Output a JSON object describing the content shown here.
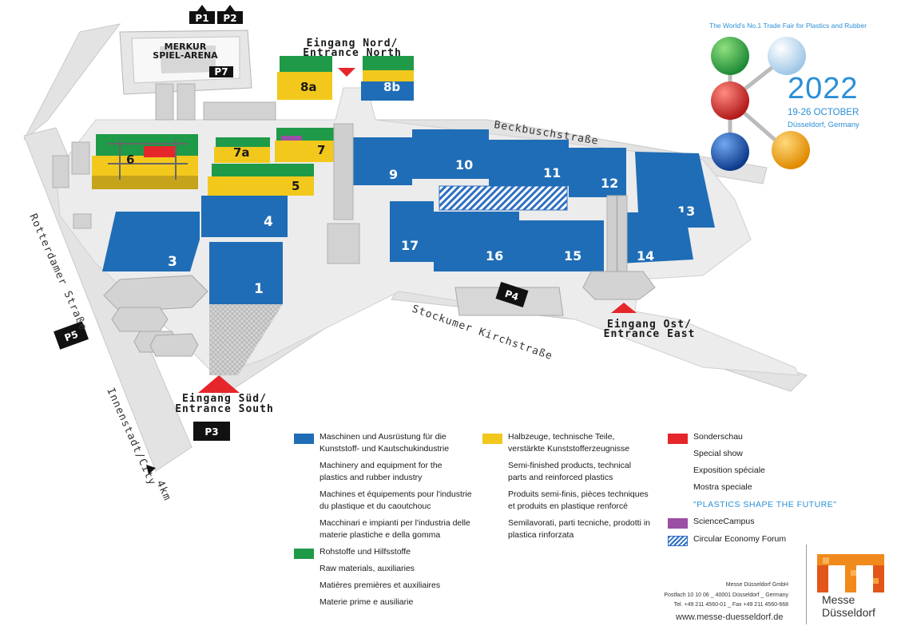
{
  "header": {
    "tagline": "The World's No.1 Trade Fair for Plastics and Rubber",
    "year": "2022",
    "dates": "19-26 OCTOBER",
    "city": "Düsseldorf, Germany"
  },
  "map": {
    "halls": [
      "1",
      "3",
      "4",
      "5",
      "6",
      "7",
      "7a",
      "8a",
      "8b",
      "9",
      "10",
      "11",
      "12",
      "13",
      "14",
      "15",
      "16",
      "17"
    ],
    "arena": [
      "MERKUR",
      "SPIEL-ARENA"
    ],
    "parking": [
      "P1",
      "P2",
      "P3",
      "P4",
      "P5",
      "P7"
    ],
    "streets": {
      "beckbusch": "Beckbuschstraße",
      "stockumer": "Stockumer Kirchstraße",
      "rotterdamer": "Rotterdamer Straße",
      "innenstadt": "Innenstadt/City",
      "distance": "4km"
    },
    "entrances": {
      "north_1": "Eingang Nord/",
      "north_2": "Entrance North",
      "east_1": "Eingang Ost/",
      "east_2": "Entrance East",
      "south_1": "Eingang Süd/",
      "south_2": "Entrance South"
    }
  },
  "colors": {
    "machinery": "#1f6db6",
    "raw_materials": "#1f9a48",
    "semi_finished": "#f2c81c",
    "special_show": "#e5262a",
    "science_campus": "#9b4fa5",
    "circular_forum": "#2e6fc2"
  },
  "legend": {
    "machinery": {
      "de": [
        "Maschinen und Ausrüstung für die",
        "Kunststoff- und Kautschukindustrie"
      ],
      "en": [
        "Machinery and equipment for the",
        "plastics and rubber industry"
      ],
      "fr": [
        "Machines et équipements pour l'industrie",
        "du plastique et du caoutchouc"
      ],
      "it": [
        "Macchinari e impianti per l'industria delle",
        "materie plastiche e della gomma"
      ]
    },
    "raw": {
      "de": "Rohstoffe und Hilfsstoffe",
      "en": "Raw materials, auxiliaries",
      "fr": "Matières premières et auxiliaires",
      "it": "Materie prime e ausiliarie"
    },
    "semi": {
      "de": [
        "Halbzeuge, technische Teile,",
        "verstärkte Kunststofferzeugnisse"
      ],
      "en": [
        "Semi-finished products, technical",
        "parts and reinforced plastics"
      ],
      "fr": [
        "Produits semi-finis, pièces techniques",
        "et produits en plastique renforcé"
      ],
      "it": [
        "Semilavorati, parti tecniche, prodotti in",
        "plastica rinforzata"
      ]
    },
    "special": {
      "de": "Sonderschau",
      "en": "Special show",
      "fr": "Exposition spéciale",
      "it": "Mostra speciale",
      "motto": "\"PLASTICS SHAPE THE FUTURE\""
    },
    "science": "ScienceCampus",
    "circular": "Circular Economy Forum"
  },
  "footer": {
    "company": "Messe Düsseldorf GmbH",
    "postfach": "Postfach 10 10 06 _ 40001 Düsseldorf _ Germany",
    "tel": "Tel. +49 211 4560-01 _ Fax +49 211 4560-668",
    "web": "www.messe-duesseldorf.de",
    "logo_name_1": "Messe",
    "logo_name_2": "Düsseldorf"
  }
}
